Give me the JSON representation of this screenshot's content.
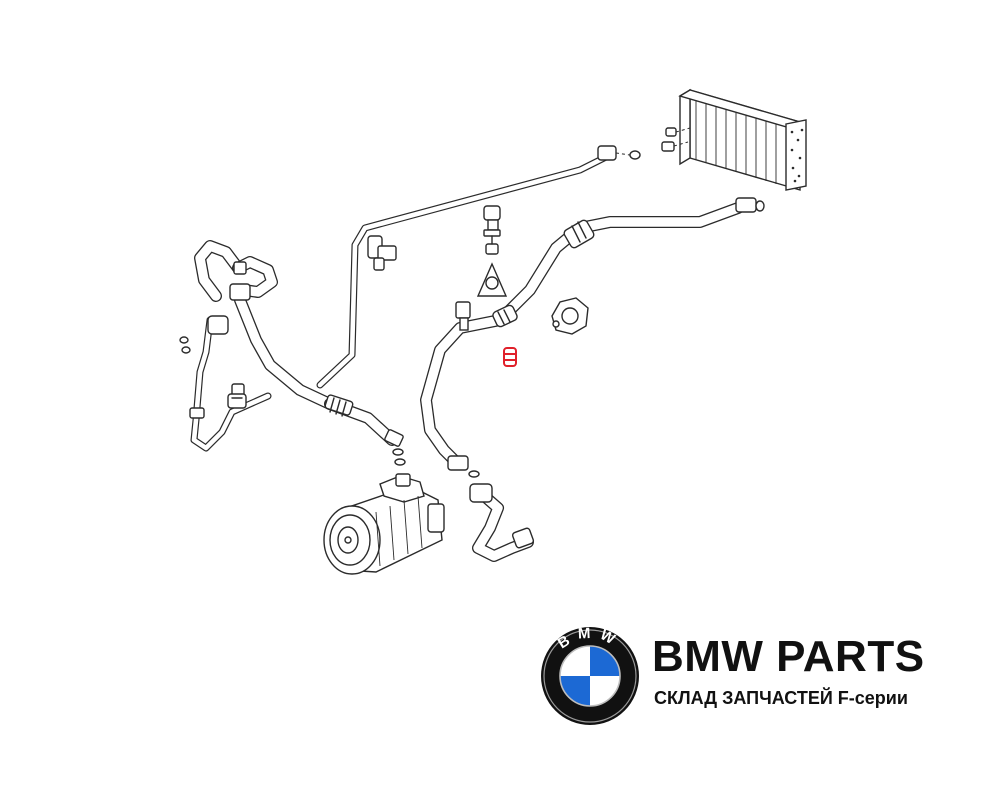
{
  "brand": {
    "title": "BMW PARTS",
    "subtitle": "СКЛАД ЗАПЧАСТЕЙ F-серии",
    "logo_text": "BMW"
  },
  "colors": {
    "background": "#ffffff",
    "line": "#2b2b2b",
    "highlight": "#e0202a",
    "logo_blue": "#1c69d4",
    "logo_ring": "#111111"
  },
  "diagram": {
    "highlighted_part": "o-ring seal",
    "components": [
      "evaporator",
      "compressor",
      "pressure-switch",
      "suction-hose",
      "pressure-hose",
      "hose-clamp",
      "o-ring-seal"
    ]
  }
}
